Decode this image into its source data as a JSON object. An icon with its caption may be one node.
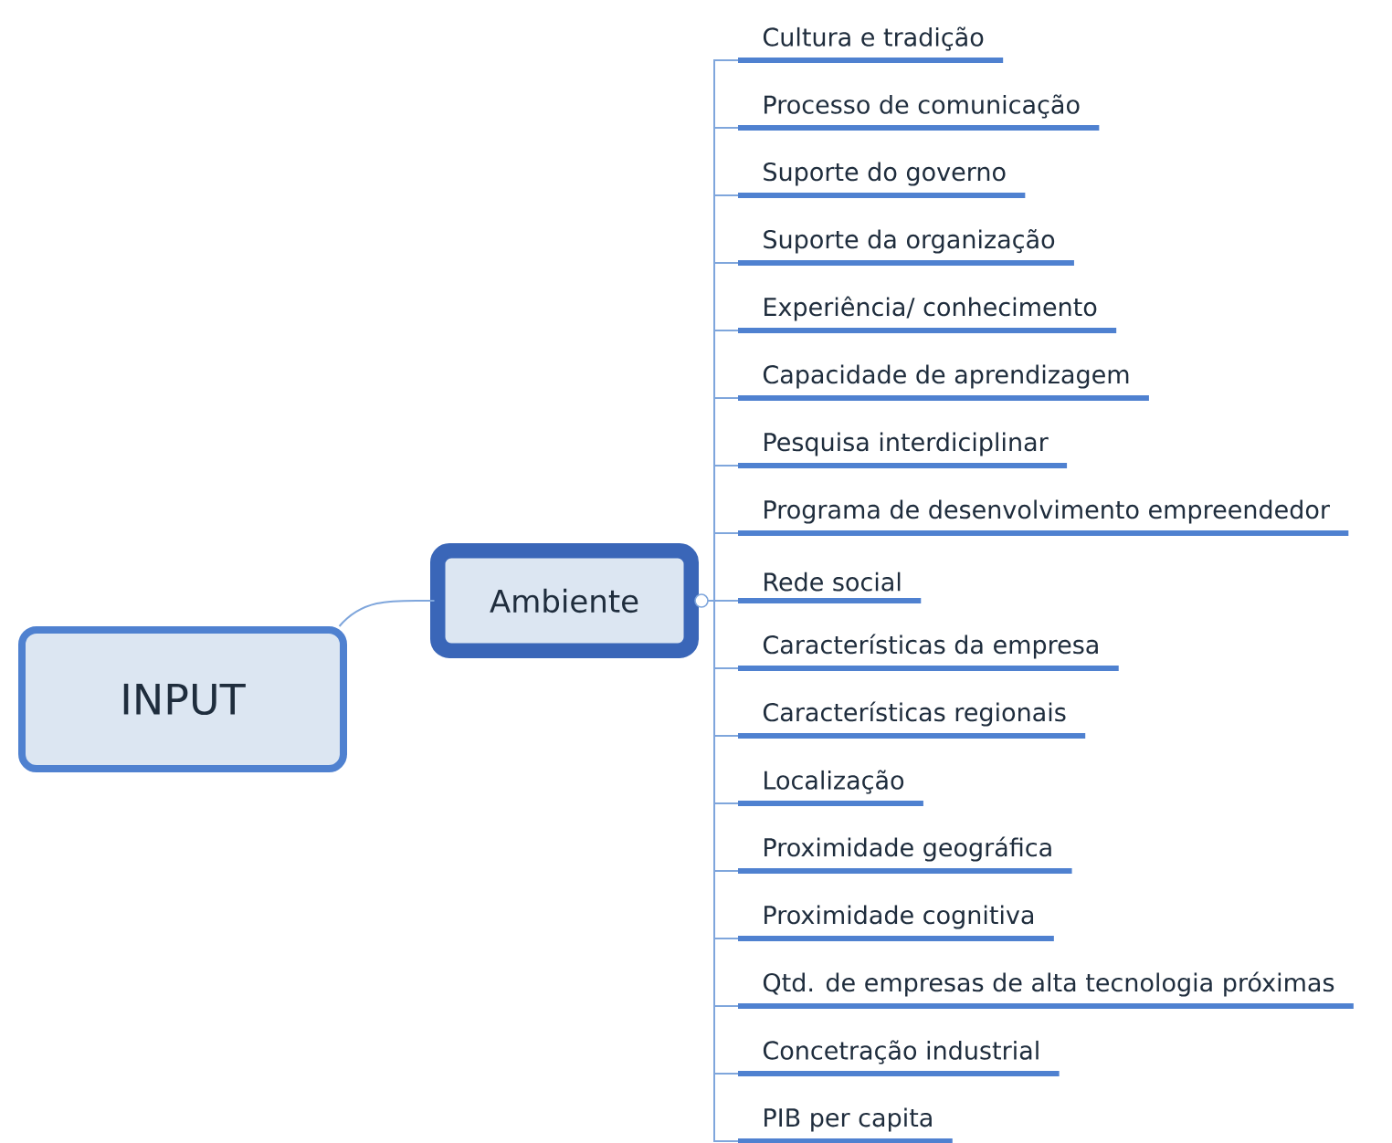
{
  "diagram": {
    "nodes": [
      {
        "text": [
          "INPUT"
        ]
      },
      {
        "text": [
          "Ambiente"
        ]
      },
      {
        "text": [
          "Cultura e tradição"
        ]
      },
      {
        "text": [
          "Processo de comunicação"
        ]
      },
      {
        "text": [
          "Suporte do governo"
        ]
      },
      {
        "text": [
          "Suporte da organização"
        ]
      },
      {
        "text": [
          "Experiência/ conhecimento"
        ]
      },
      {
        "text": [
          "Capacidade de aprendizagem"
        ]
      },
      {
        "text": [
          "Pesquisa interdiciplinar"
        ]
      },
      {
        "text": [
          "Programa de desenvolvimento empreendedor"
        ]
      },
      {
        "text": [
          "Rede social"
        ]
      },
      {
        "text": [
          "Características da empresa"
        ]
      },
      {
        "text": [
          "Características regionais"
        ]
      },
      {
        "text": [
          "Localização"
        ]
      },
      {
        "text": [
          "Proximidade geográfica"
        ]
      },
      {
        "text": [
          "Proximidade cognitiva"
        ]
      },
      {
        "text": [
          "Qtd. de empresas de alta tecnologia próximas"
        ]
      },
      {
        "text": [
          "Concetração industrial"
        ]
      },
      {
        "text": [
          "PIB per capita"
        ]
      }
    ],
    "edges": [
      {
        "from": 0,
        "to": 1,
        "arrow": "none"
      },
      {
        "from": 1,
        "to": 2,
        "arrow": "none"
      },
      {
        "from": 1,
        "to": 3,
        "arrow": "none"
      },
      {
        "from": 1,
        "to": 4,
        "arrow": "none"
      },
      {
        "from": 1,
        "to": 5,
        "arrow": "none"
      },
      {
        "from": 1,
        "to": 6,
        "arrow": "none"
      },
      {
        "from": 1,
        "to": 7,
        "arrow": "none"
      },
      {
        "from": 1,
        "to": 8,
        "arrow": "none"
      },
      {
        "from": 1,
        "to": 9,
        "arrow": "none"
      },
      {
        "from": 1,
        "to": 10,
        "arrow": "none"
      },
      {
        "from": 1,
        "to": 11,
        "arrow": "none"
      },
      {
        "from": 1,
        "to": 12,
        "arrow": "none"
      },
      {
        "from": 1,
        "to": 13,
        "arrow": "none"
      },
      {
        "from": 1,
        "to": 14,
        "arrow": "none"
      },
      {
        "from": 1,
        "to": 15,
        "arrow": "none"
      },
      {
        "from": 1,
        "to": 16,
        "arrow": "none"
      },
      {
        "from": 1,
        "to": 17,
        "arrow": "none"
      },
      {
        "from": 1,
        "to": 18,
        "arrow": "none"
      }
    ]
  }
}
